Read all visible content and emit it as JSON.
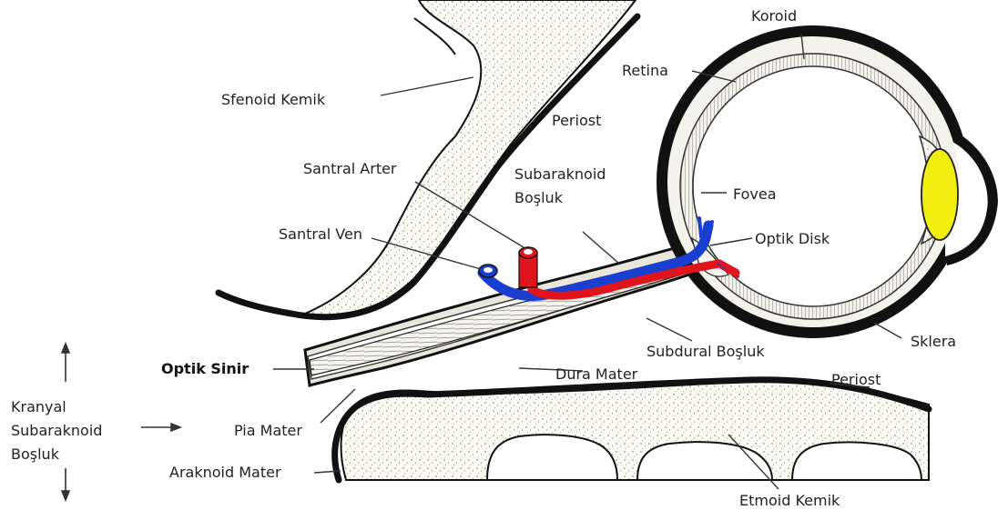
{
  "labels": {
    "koroid": "Koroid",
    "retina": "Retina",
    "sfenoid_kemik": "Sfenoid Kemik",
    "periost_top": "Periost",
    "santral_arter": "Santral Arter",
    "subaraknoid_1": "Subaraknoid",
    "subaraknoid_2": "Boşluk",
    "fovea": "Fovea",
    "santral_ven": "Santral Ven",
    "optik_disk": "Optik Disk",
    "sklera": "Sklera",
    "subdural": "Subdural Boşluk",
    "optik_sinir": "Optik Sinir",
    "dura_mater": "Dura Mater",
    "periost_bottom": "Periost",
    "kranyal_1": "Kranyal",
    "kranyal_2": "Subaraknoid",
    "kranyal_3": "Boşluk",
    "pia_mater": "Pia Mater",
    "araknoid_mater": "Araknoid Mater",
    "etmoid_kemik": "Etmoid Kemik"
  },
  "colors": {
    "artery": "#e0141c",
    "vein": "#1a3fd0",
    "lens": "#f2ee10",
    "outline": "#111111",
    "bone_fill": "#fbfaf4"
  }
}
